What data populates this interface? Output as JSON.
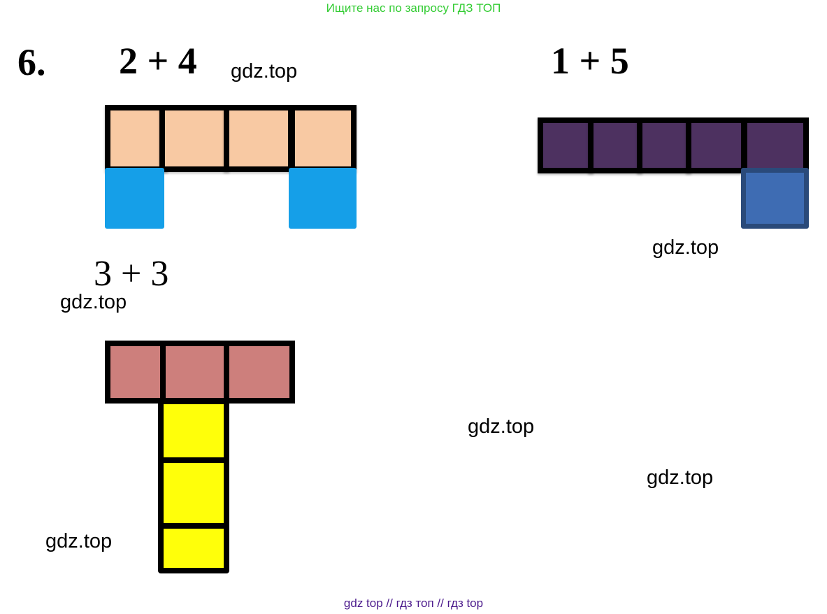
{
  "top_banner": "Ищите нас по запросу ГДЗ ТОП",
  "bottom_banner": "gdz top  //  гдз топ  //  гдз top",
  "task_number": "6.",
  "expressions": {
    "first": "2 + 4",
    "second": "1 + 5",
    "third": "3 + 3"
  },
  "watermarks": [
    "gdz.top",
    "gdz.top",
    "gdz.top",
    "gdz.top",
    "gdz.top",
    "gdz.top"
  ],
  "colors": {
    "peach": "#f8c9a3",
    "light_blue": "#159fe8",
    "dark_purple": "#4d3160",
    "steel_blue": "#3e6cb3",
    "steel_blue_border": "#2a4a7a",
    "rose": "#cd7f7c",
    "yellow": "#ffff0a",
    "top_banner": "#33cc33",
    "bottom_banner": "#4b1a8c"
  }
}
